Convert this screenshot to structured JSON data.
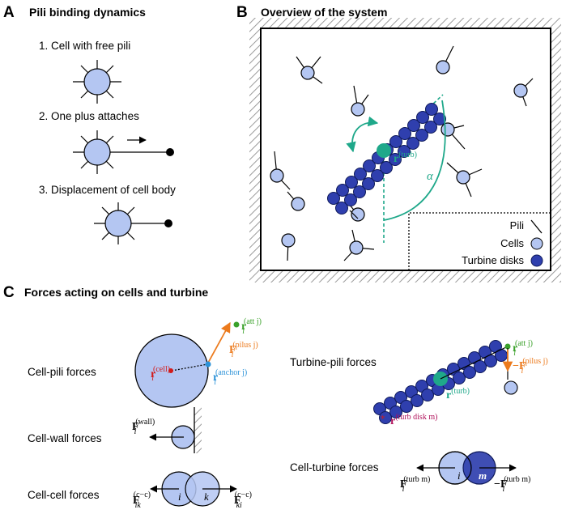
{
  "panel_a": {
    "letter": "A",
    "title": "Pili binding dynamics",
    "steps": [
      "1. Cell with free pili",
      "2. One plus attaches",
      "3. Displacement of cell body"
    ]
  },
  "panel_b": {
    "letter": "B",
    "title": "Overview of the system",
    "center_label_main": "r",
    "center_label_sup": "(turb)",
    "angle_label": "α",
    "legend": {
      "pili": "Pili",
      "cells": "Cells",
      "turbine": "Turbine disks"
    }
  },
  "panel_c": {
    "letter": "C",
    "title": "Forces acting on cells and turbine",
    "cell_pili": {
      "label": "Cell-pili forces",
      "r_cell_sup": "(cell)",
      "r_att_sup": "(att j)",
      "f_pilus_sup": "(pilus j)",
      "r_anchor_sup": "(anchor j)"
    },
    "cell_wall": {
      "label": "Cell-wall forces",
      "f_sup": "(wall)"
    },
    "cell_cell": {
      "label": "Cell-cell forces",
      "f_left_sup": "(c−c)",
      "f_left_sub": "ik",
      "f_right_sup": "(c−c)",
      "f_right_sub": "ki",
      "i": "i",
      "k": "k"
    },
    "turbine_pili": {
      "label": "Turbine-pili forces",
      "r_att_sup": "(att j)",
      "f_pilus_sup": "(pilus j)",
      "r_turb_sup": "(turb)",
      "r_disk_sup": "(turb disk m)"
    },
    "cell_turbine": {
      "label": "Cell-turbine forces",
      "f_left_sup": "(turb m)",
      "f_right_sup": "(turb m)",
      "i": "i",
      "m": "m"
    }
  },
  "colors": {
    "cell_fill": "#b4c6f2",
    "disk_fill": "#2f3fae",
    "teal": "#1fa88a",
    "orange": "#ec7a1c",
    "green": "#3aa12a",
    "blue": "#2b92d8",
    "red": "#d21a1a",
    "crimson": "#b0105a"
  }
}
